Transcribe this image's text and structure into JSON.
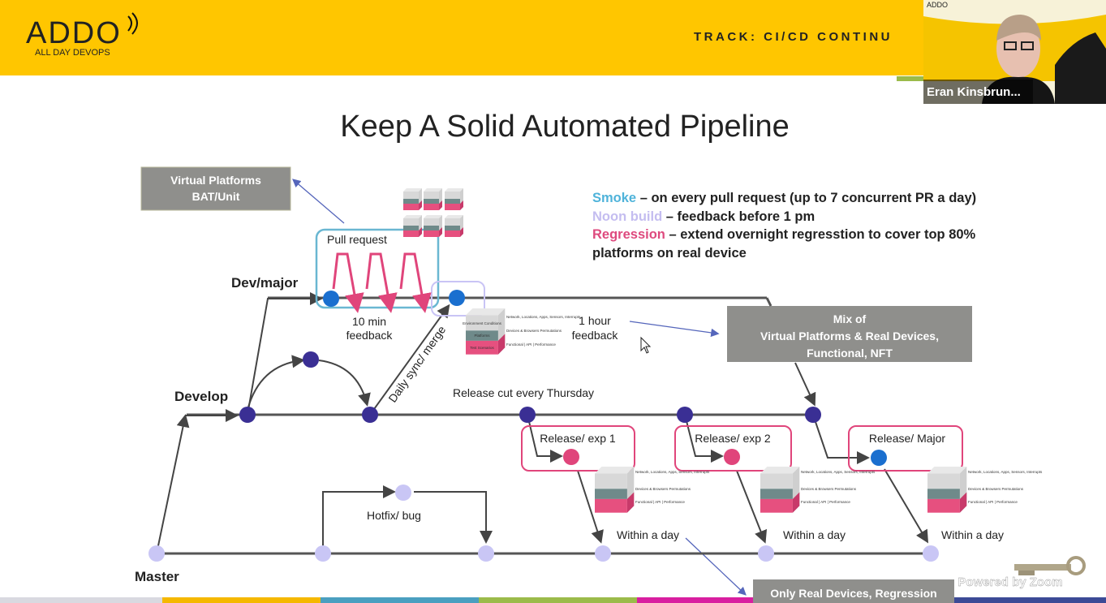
{
  "header": {
    "logo": "ADDO",
    "logo_tagline": "ALL DAY DEVOPS",
    "track": "TRACK: CI/CD CONTINU"
  },
  "video_tile": {
    "participant_name": "Eran Kinsbrun...",
    "logo": "ADDO"
  },
  "slide": {
    "title": "Keep A Solid Automated Pipeline",
    "legend": [
      {
        "term": "Smoke",
        "text": " – on every pull request (up to 7 concurrent PR a day)",
        "color": "#4fb3da"
      },
      {
        "term": "Noon build",
        "text": " – feedback before 1 pm",
        "color": "#c4bdf0"
      },
      {
        "term": "Regression",
        "text": " – extend overnight regresstion to cover top 80%",
        "color": "#de4a7e"
      },
      {
        "term": "",
        "text": "platforms on real device",
        "color": "#222222"
      }
    ],
    "boxes": {
      "virtual_platforms": [
        "Virtual Platforms",
        "BAT/Unit"
      ],
      "mix": [
        "Mix of",
        "Virtual Platforms & Real Devices,",
        "Functional, NFT"
      ],
      "real_devices": "Only Real Devices, Regression"
    },
    "branches": {
      "dev_major": "Dev/major",
      "develop": "Develop",
      "master": "Master"
    },
    "labels": {
      "pull_request": "Pull request",
      "ten_min": "10 min",
      "feedback": "feedback",
      "one_hour": "1 hour",
      "daily_sync": "Daily sync/ merge",
      "release_cut": "Release cut every Thursday",
      "hotfix": "Hotfix/ bug",
      "within_day": "Within a day"
    },
    "releases": [
      "Release/ exp 1",
      "Release/ exp 2",
      "Release/ Major"
    ],
    "cube": {
      "layers": [
        "Environment Conditions",
        "Platforms",
        "Test Scenarios"
      ],
      "notes": [
        "Network, Locations, Apps, Sensors, Interrupts",
        "Devices & Browsers Permutations",
        "Functional | API | Performance"
      ]
    },
    "colors": {
      "header": "#ffc600",
      "dev_node": "#1a6fcf",
      "develop_node": "#3a2f94",
      "master_node": "#c9c6f5",
      "release": "#e0457b",
      "pr_box": "#6ab7d2"
    }
  },
  "zoom_watermark": "Powered by Zoom",
  "footer_strip": [
    "#d9d9e0",
    "#f5b800",
    "#4a9fc0",
    "#9bbb4a",
    "#d91ea0",
    "#3c4a96"
  ]
}
